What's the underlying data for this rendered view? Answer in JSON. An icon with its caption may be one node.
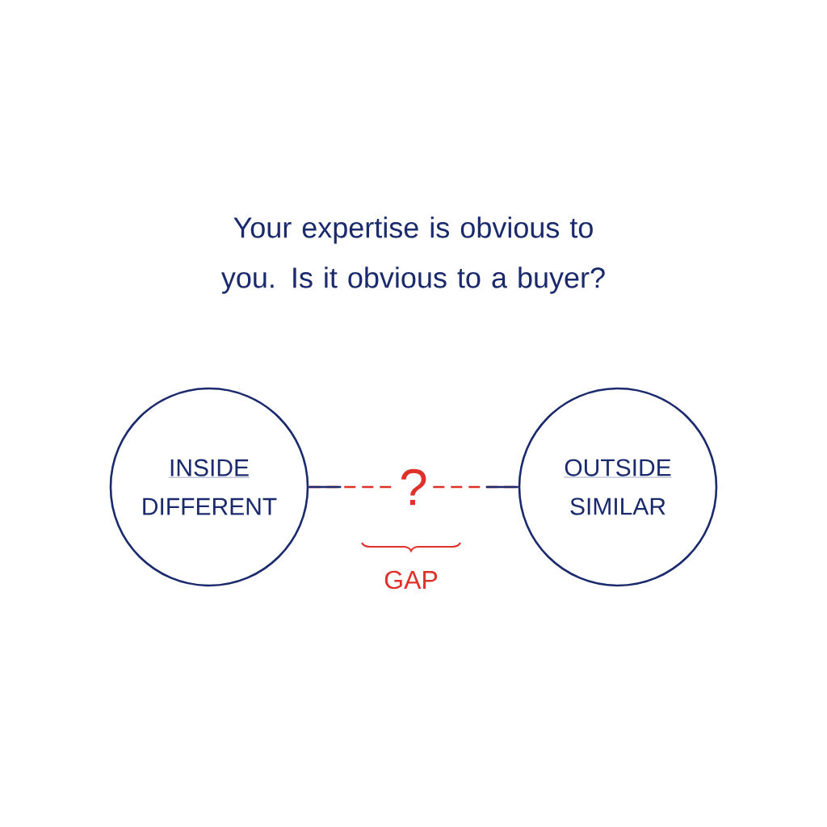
{
  "diagram": {
    "title": "Your expertise is obvious to you. Is it obvious to a buyer?",
    "nodes": [
      {
        "text": [
          "INSIDE",
          "DIFFERENT"
        ]
      },
      {
        "text": [
          "OUTSIDE",
          "SIMILAR"
        ]
      }
    ],
    "edges": [
      {
        "from": 0,
        "to": 1,
        "arrow": "none",
        "label": "?",
        "style": "dashed",
        "color": "#e0302a"
      }
    ],
    "labels": [
      "GAP"
    ]
  }
}
